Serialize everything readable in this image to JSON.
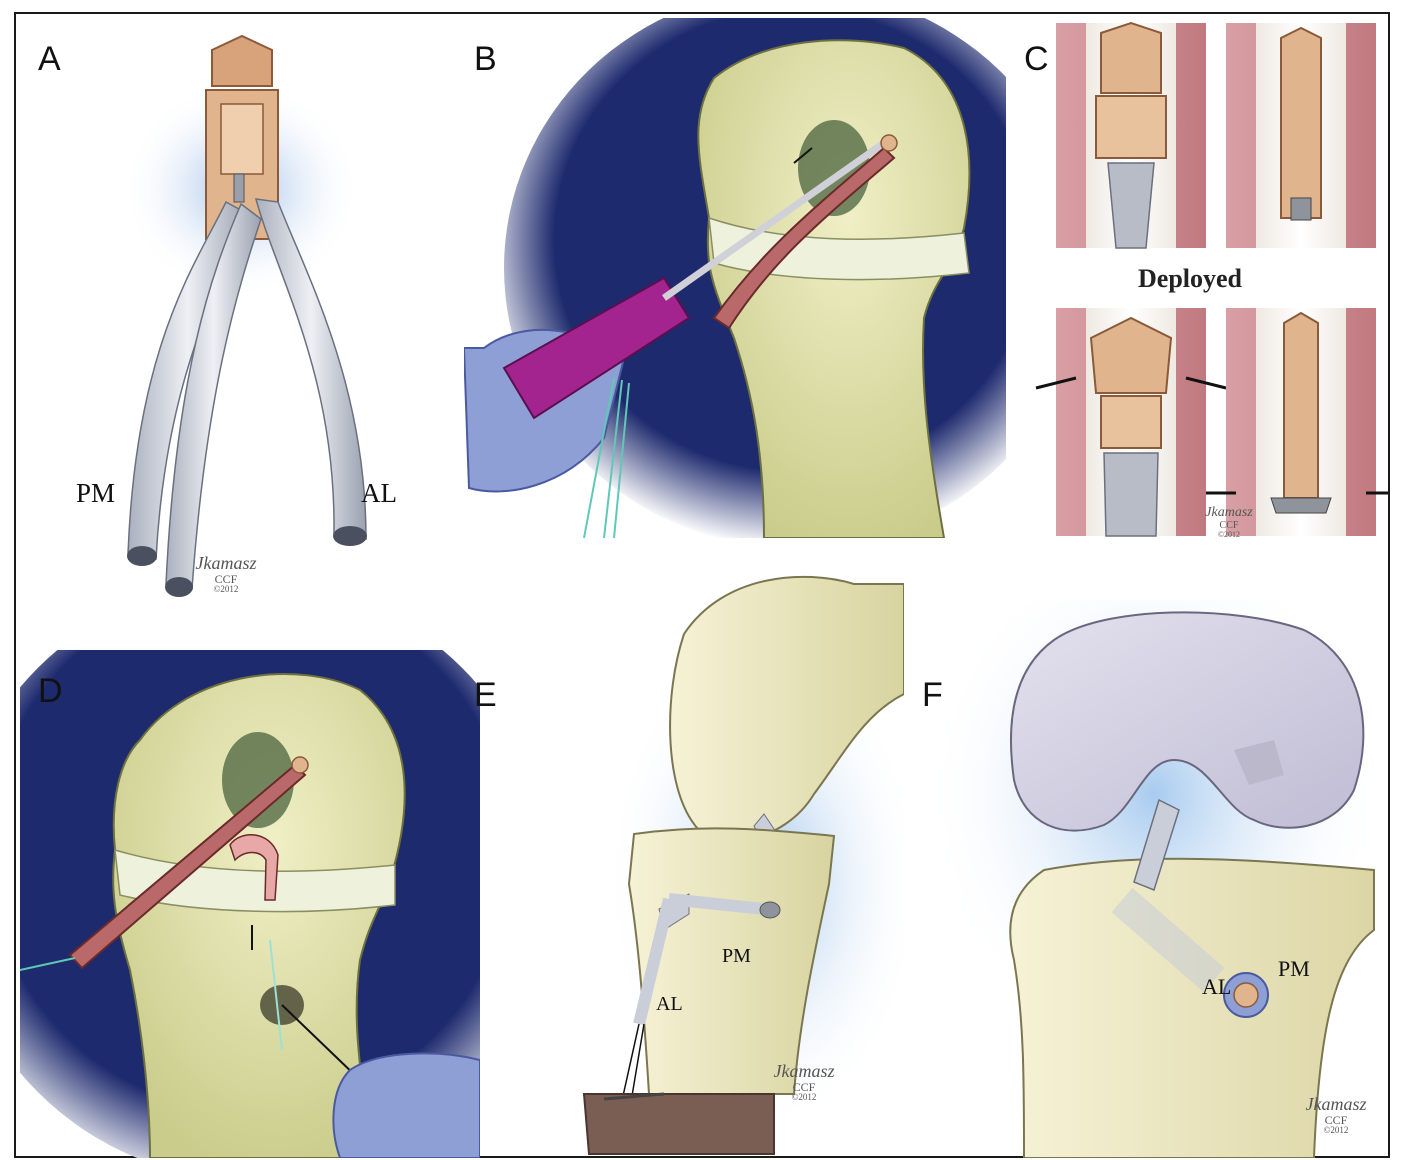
{
  "panels": {
    "a": {
      "label": "A",
      "left_tag": "PM",
      "right_tag": "AL"
    },
    "b": {
      "label": "B"
    },
    "c": {
      "label": "C",
      "caption": "Deployed"
    },
    "d": {
      "label": "D"
    },
    "e": {
      "label": "E",
      "tag_al": "AL",
      "tag_pm": "PM"
    },
    "f": {
      "label": "F",
      "tag_al": "AL",
      "tag_pm": "PM"
    }
  },
  "signature": {
    "name": "Jkamasz",
    "org": "CCF",
    "year": "©2012"
  },
  "colors": {
    "bone": "#e8e5b4",
    "bone_shade": "#c9c98a",
    "bone_highlight": "#f6f2d6",
    "background_navy": "#1d2a6e",
    "graft": "#c9ced8",
    "implant": "#d9a57a",
    "tissue": "#c98a8e",
    "glove": "#8e9fd6",
    "handle": "#a3238f",
    "muscle": "#b9696a"
  }
}
